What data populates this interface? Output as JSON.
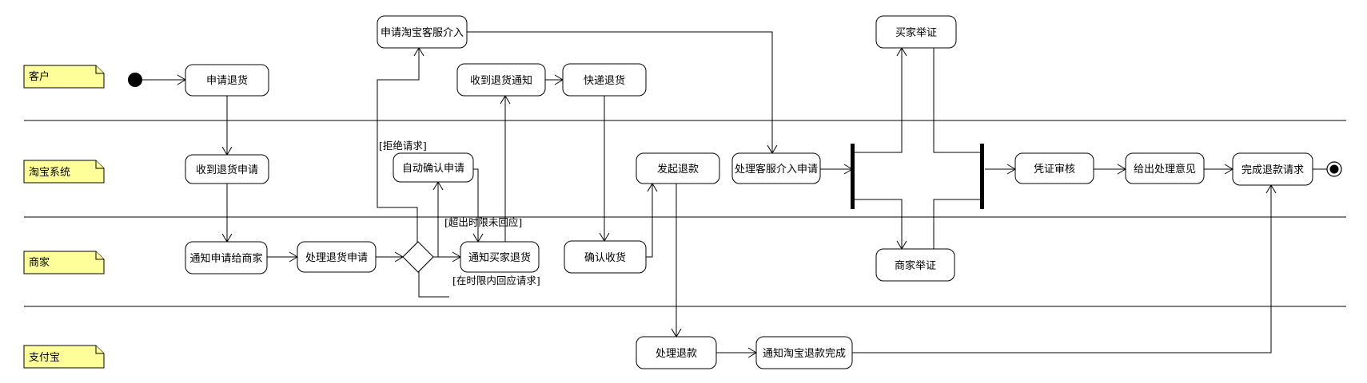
{
  "lanes": [
    {
      "id": "customer",
      "label": "客户"
    },
    {
      "id": "taobao",
      "label": "淘宝系统"
    },
    {
      "id": "merchant",
      "label": "商家"
    },
    {
      "id": "alipay",
      "label": "支付宝"
    }
  ],
  "nodes": {
    "apply_return": "申请退货",
    "request_cs": "申请淘宝客服介入",
    "receive_notice": "收到退货通知",
    "ship_return": "快递退货",
    "buyer_evidence": "买家举证",
    "receive_apply": "收到退货申请",
    "auto_confirm": "自动确认申请",
    "start_refund": "发起退款",
    "handle_cs": "处理客服介入申请",
    "review_evidence": "凭证审核",
    "give_opinion": "给出处理意见",
    "finish_refund": "完成退款请求",
    "notify_merchant": "通知申请给商家",
    "handle_apply": "处理退货申请",
    "notify_buyer": "通知买家退货",
    "confirm_receipt": "确认收货",
    "merchant_evidence": "商家举证",
    "process_refund": "处理退款",
    "notify_done": "通知淘宝退款完成"
  },
  "guards": {
    "reject": "[拒绝请求]",
    "timeout": "[超出时限未回应]",
    "in_time": "[在时限内回应请求]"
  }
}
